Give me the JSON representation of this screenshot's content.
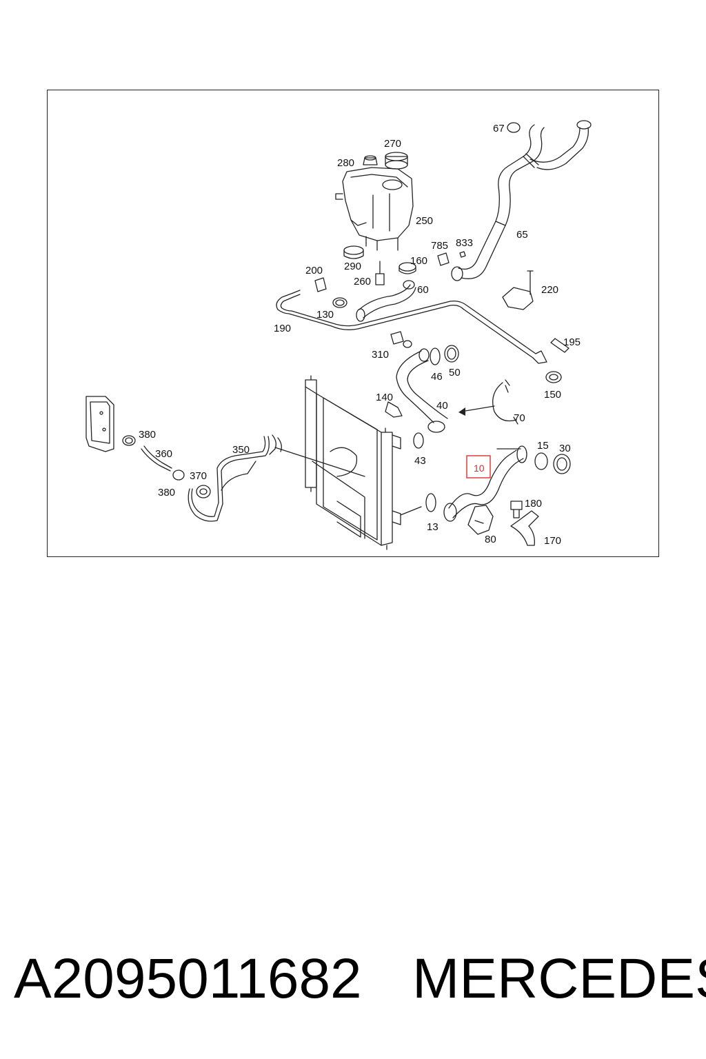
{
  "diagram": {
    "callouts": {
      "c67": "67",
      "c270": "270",
      "c280": "280",
      "c250": "250",
      "c65": "65",
      "c785": "785",
      "c833": "833",
      "c200": "200",
      "c290": "290",
      "c160": "160",
      "c260": "260",
      "c60": "60",
      "c220": "220",
      "c130": "130",
      "c190": "190",
      "c195": "195",
      "c310": "310",
      "c46": "46",
      "c50": "50",
      "c150": "150",
      "c140": "140",
      "c40": "40",
      "c70": "70",
      "c380a": "380",
      "c360": "360",
      "c350": "350",
      "c15": "15",
      "c30": "30",
      "c43": "43",
      "c10": "10",
      "c370": "370",
      "c380b": "380",
      "c180": "180",
      "c13": "13",
      "c170": "170",
      "c80": "80"
    },
    "highlight_color": "#e23b3b"
  },
  "footer": {
    "part_number": "A2095011682",
    "brand": "MERCEDES"
  }
}
